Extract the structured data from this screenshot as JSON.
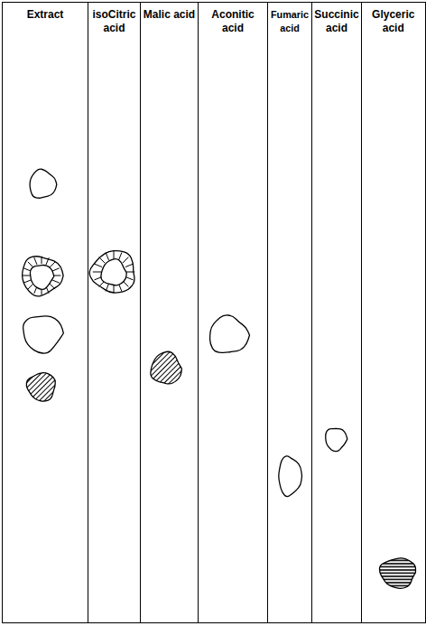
{
  "diagram": {
    "nodes": [
      {
        "text": [
          "Extract"
        ]
      },
      {
        "text": [
          "isoCitric acid"
        ]
      },
      {
        "text": [
          "Malic acid"
        ]
      },
      {
        "text": [
          "Aconitic acid"
        ]
      },
      {
        "text": [
          "Fumaric acid"
        ]
      },
      {
        "text": [
          "Succinic acid"
        ]
      },
      {
        "text": [
          "Glyceric acid"
        ]
      }
    ]
  }
}
